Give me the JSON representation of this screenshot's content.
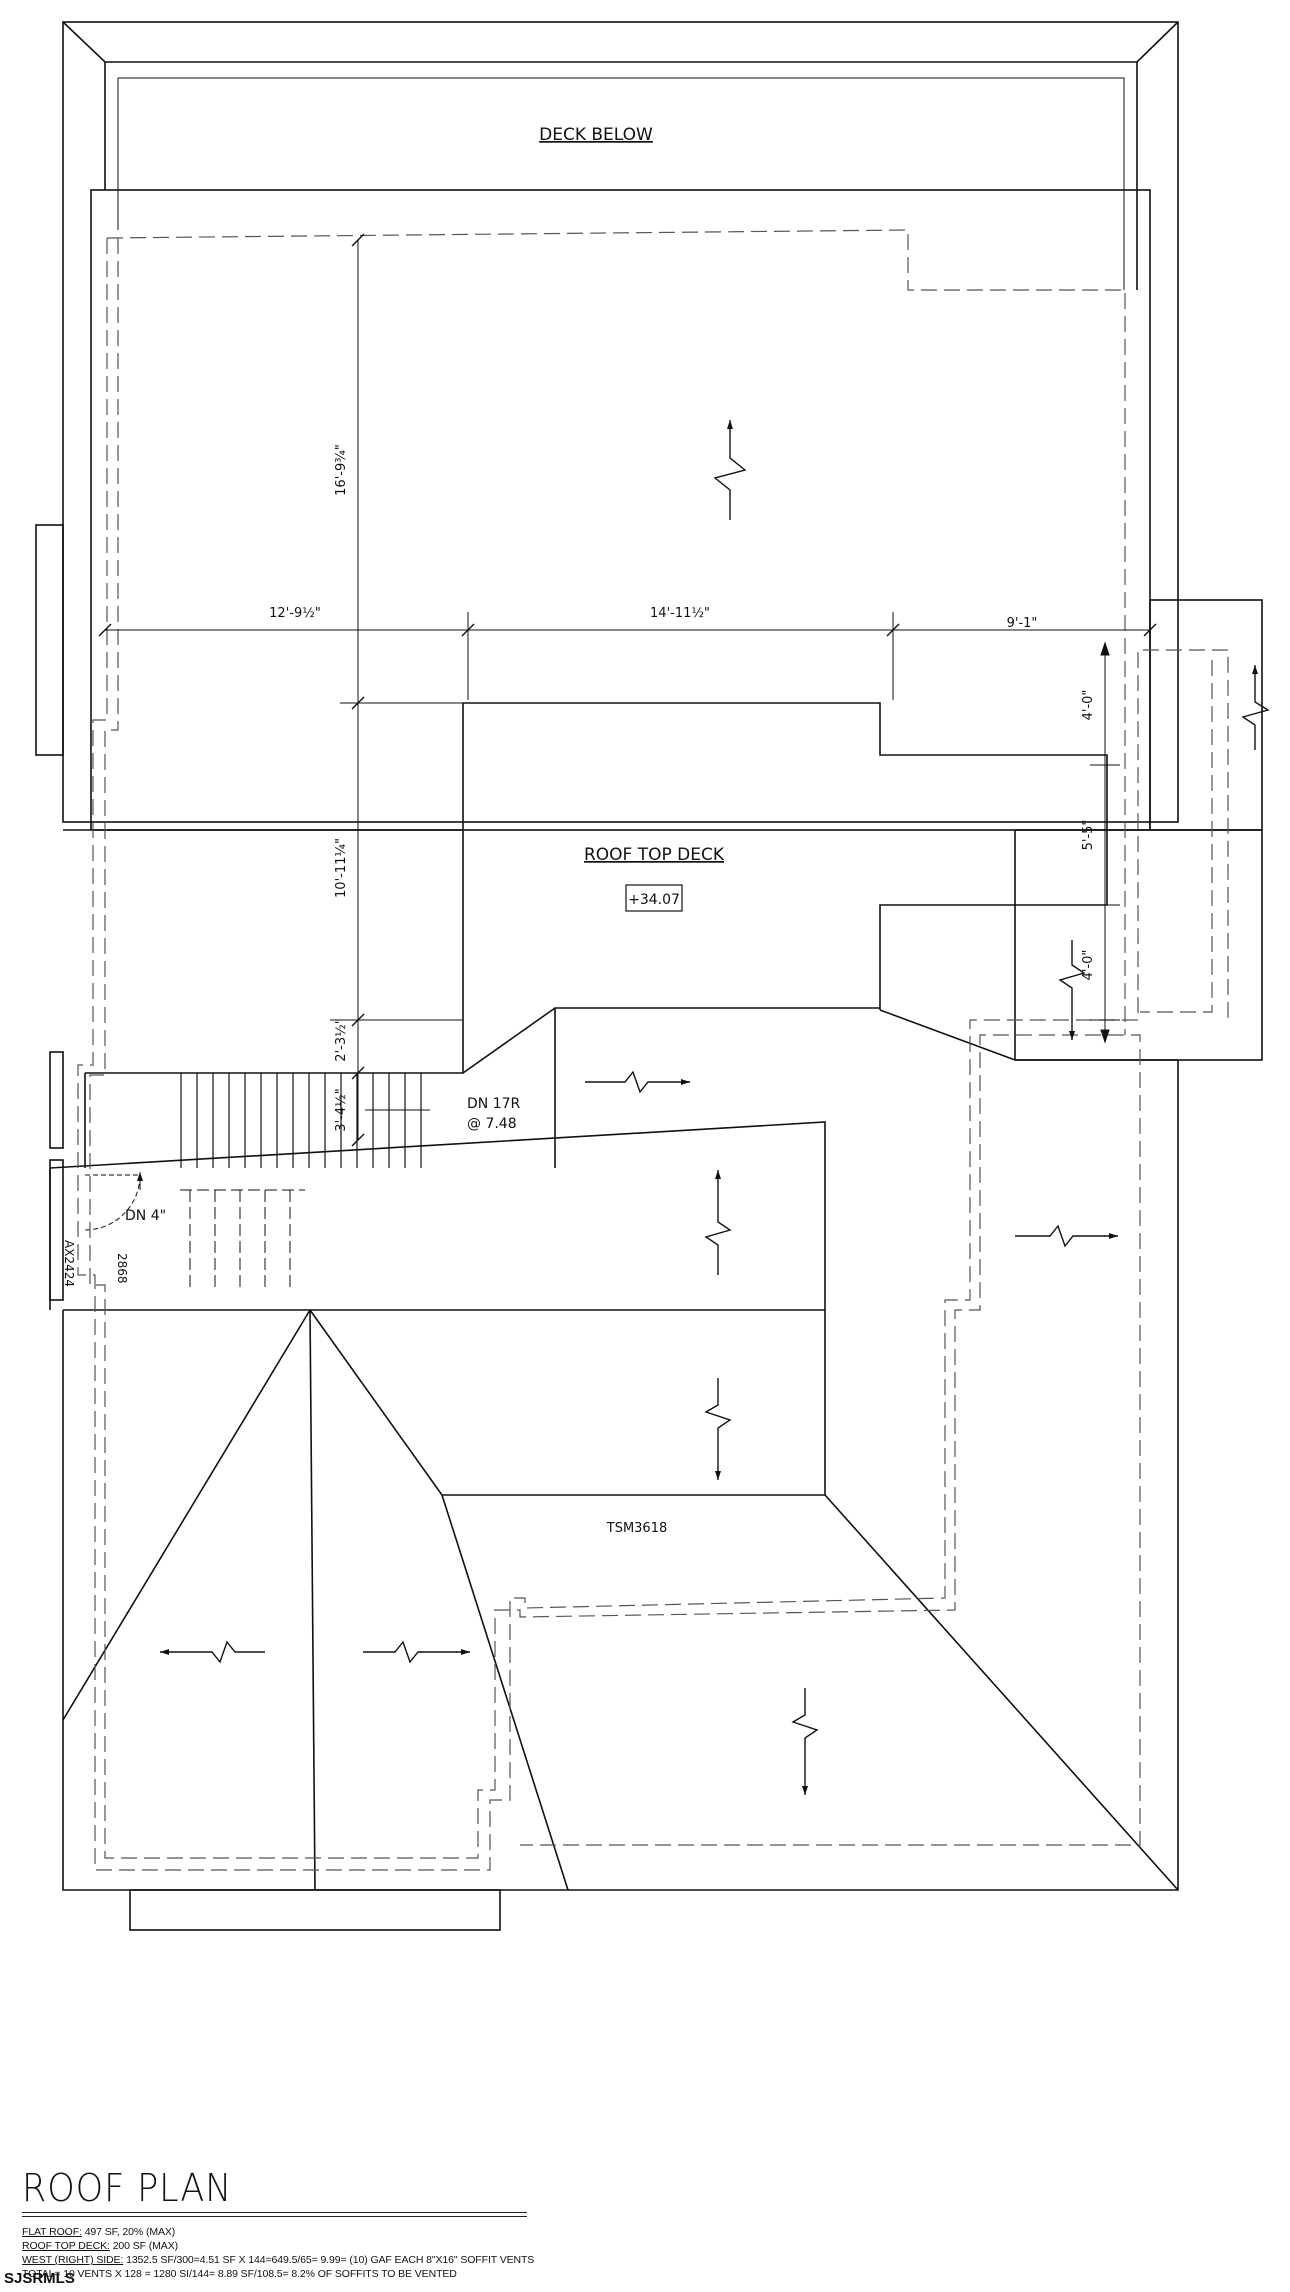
{
  "labels": {
    "deck_below": "DECK BELOW",
    "roof_top_deck": "ROOF TOP DECK",
    "elevation": "+34.07",
    "stair_down": "DN 17R",
    "stair_riser": "@ 7.48",
    "dn_small": "DN 4\"",
    "door_label": "2868",
    "ax_label": "AX2424",
    "tsm": "TSM3618"
  },
  "dimensions": {
    "width_left": "12'-9½\"",
    "width_mid": "14'-11½\"",
    "width_right": "9'-1\"",
    "height_top": "16'-9¾\"",
    "height_mid": "10'-11¼\"",
    "height_small": "2'-3½\"",
    "height_stair": "3'-4½\"",
    "right_top": "4'-0\"",
    "right_mid": "5'-5\"",
    "right_bottom": "4'-0\""
  },
  "footer": {
    "title": "ROOF PLAN",
    "flat_roof_label": "FLAT ROOF:",
    "flat_roof_value": " 497 SF, 20% (MAX)",
    "roof_top_deck_label": "ROOF TOP DECK:",
    "roof_top_deck_value": " 200 SF (MAX)",
    "west_label": "WEST (RIGHT) SIDE:",
    "west_value": "  1352.5 SF/300=4.51 SF X 144=649.5/65= 9.99= (10) GAF EACH 8\"X16\" SOFFIT VENTS",
    "total_line": "TOTAL= 10 VENTS X 128 = 1280 SI/144= 8.89 SF/108.5= 8.2% OF SOFFITS TO BE VENTED"
  },
  "watermark": "SJSRMLS"
}
